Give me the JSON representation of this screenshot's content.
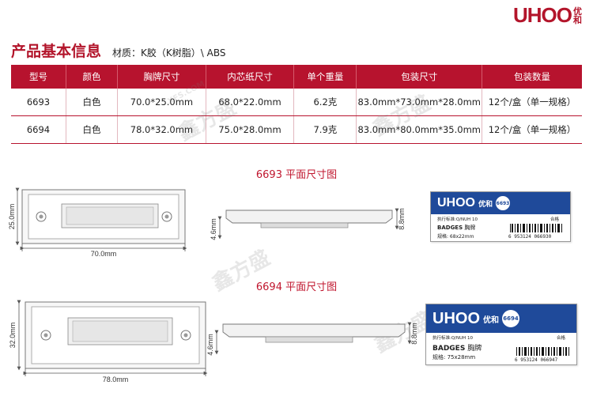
{
  "brand": {
    "word": "UHOO",
    "cn_top": "优",
    "cn_bottom": "和"
  },
  "header": {
    "title": "产品基本信息",
    "material": "材质：K胶（K树脂）\\ ABS"
  },
  "table": {
    "headers": [
      "型号",
      "颜色",
      "胸牌尺寸",
      "内芯纸尺寸",
      "单个重量",
      "包装尺寸",
      "包装数量"
    ],
    "rows": [
      [
        "6693",
        "白色",
        "70.0*25.0mm",
        "68.0*22.0mm",
        "6.2克",
        "83.0mm*73.0mm*28.0mm",
        "12个/盒（单一规格）"
      ],
      [
        "6694",
        "白色",
        "78.0*32.0mm",
        "75.0*28.0mm",
        "7.9克",
        "83.0mm*80.0mm*35.0mm",
        "12个/盒（单一规格）"
      ]
    ]
  },
  "sections": [
    {
      "title": "6693 平面尺寸图",
      "width_label": "70.0mm",
      "height_label": "25.0mm",
      "side_small": "4.6mm",
      "side_height": "8.8mm",
      "card": {
        "brand": "UHOO",
        "cn": "优和",
        "model": "6693",
        "standard": "执行标准:Q/NUH 10",
        "pass": "合格",
        "badges": "BADGES",
        "badges_cn": "胸牌",
        "spec": "规格: 68x22mm",
        "barcode": "6 953124 066930"
      }
    },
    {
      "title": "6694 平面尺寸图",
      "width_label": "78.0mm",
      "height_label": "32.0mm",
      "side_small": "4.6mm",
      "side_height": "8.8mm",
      "card": {
        "brand": "UHOO",
        "cn": "优和",
        "model": "6694",
        "standard": "执行标准:Q/NUH 10",
        "pass": "合格",
        "badges": "BADGES",
        "badges_cn": "胸牌",
        "spec": "规格: 75x28mm",
        "barcode": "6 953124 066947"
      }
    }
  ],
  "watermark": {
    "text": "鑫方盛",
    "url": "XFS.COM"
  },
  "colors": {
    "brand_red": "#b7132e",
    "card_blue": "#1f4a9a"
  }
}
